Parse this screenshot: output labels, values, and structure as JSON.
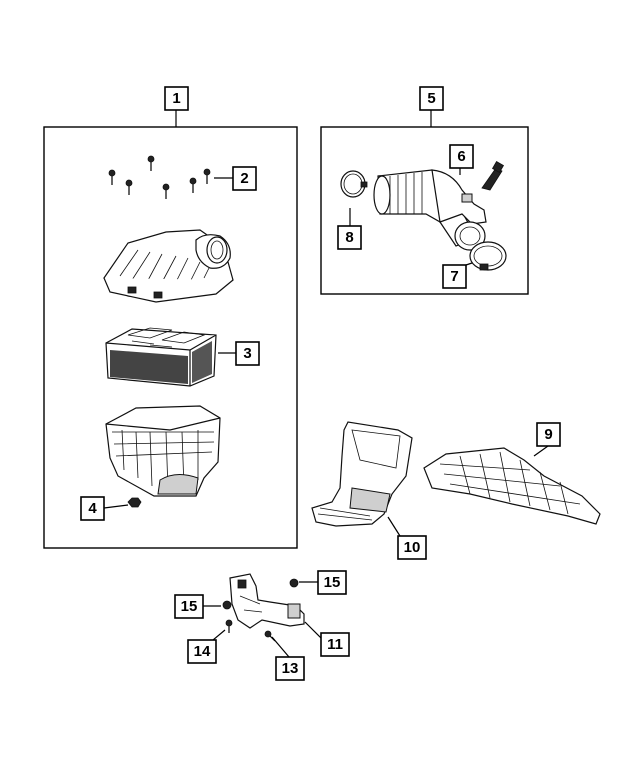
{
  "callouts": {
    "c1": "1",
    "c2": "2",
    "c3": "3",
    "c4": "4",
    "c5": "5",
    "c6": "6",
    "c7": "7",
    "c8": "8",
    "c9": "9",
    "c10": "10",
    "c11": "11",
    "c13": "13",
    "c14": "14",
    "c15a": "15",
    "c15b": "15"
  }
}
